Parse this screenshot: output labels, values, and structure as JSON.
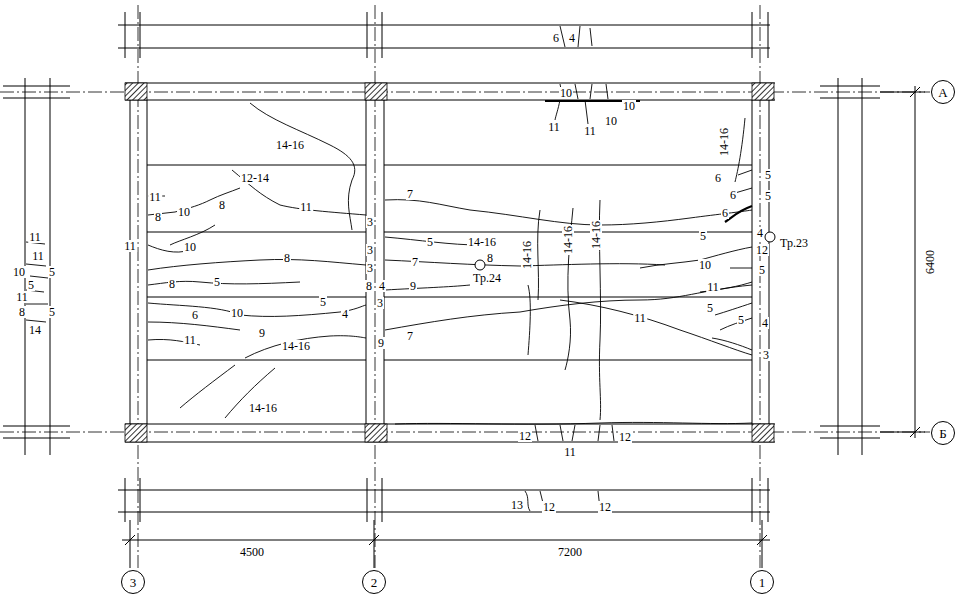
{
  "diagram": {
    "nodes": [
      {
        "text": [
          "А"
        ]
      },
      {
        "text": [
          "Б"
        ]
      },
      {
        "text": [
          "3"
        ]
      },
      {
        "text": [
          "2"
        ]
      },
      {
        "text": [
          "1"
        ]
      }
    ],
    "labels": [
      "6",
      "4",
      "10",
      "10",
      "10",
      "11",
      "11",
      "14-16",
      "14-16",
      "12-14",
      "6",
      "5",
      "7",
      "11",
      "6",
      "5",
      "11",
      "8",
      "10",
      "8",
      "6",
      "3",
      "14-16",
      "5",
      "5",
      "4",
      "Тр.23",
      "10",
      "11",
      "3",
      "12",
      "14-16",
      "14-16",
      "14-16",
      "8",
      "7",
      "8",
      "10",
      "3",
      "5",
      "Тр.24",
      "5",
      "8",
      "8",
      "4",
      "9",
      "11",
      "5",
      "3",
      "5",
      "6",
      "10",
      "4",
      "11",
      "5",
      "4",
      "9",
      "7",
      "11",
      "14-16",
      "9",
      "3",
      "14-16",
      "12",
      "12",
      "11",
      "13",
      "12",
      "12",
      "11",
      "11",
      "10",
      "5",
      "5",
      "11",
      "8",
      "5",
      "14",
      "6400",
      "4500",
      "7200"
    ]
  }
}
